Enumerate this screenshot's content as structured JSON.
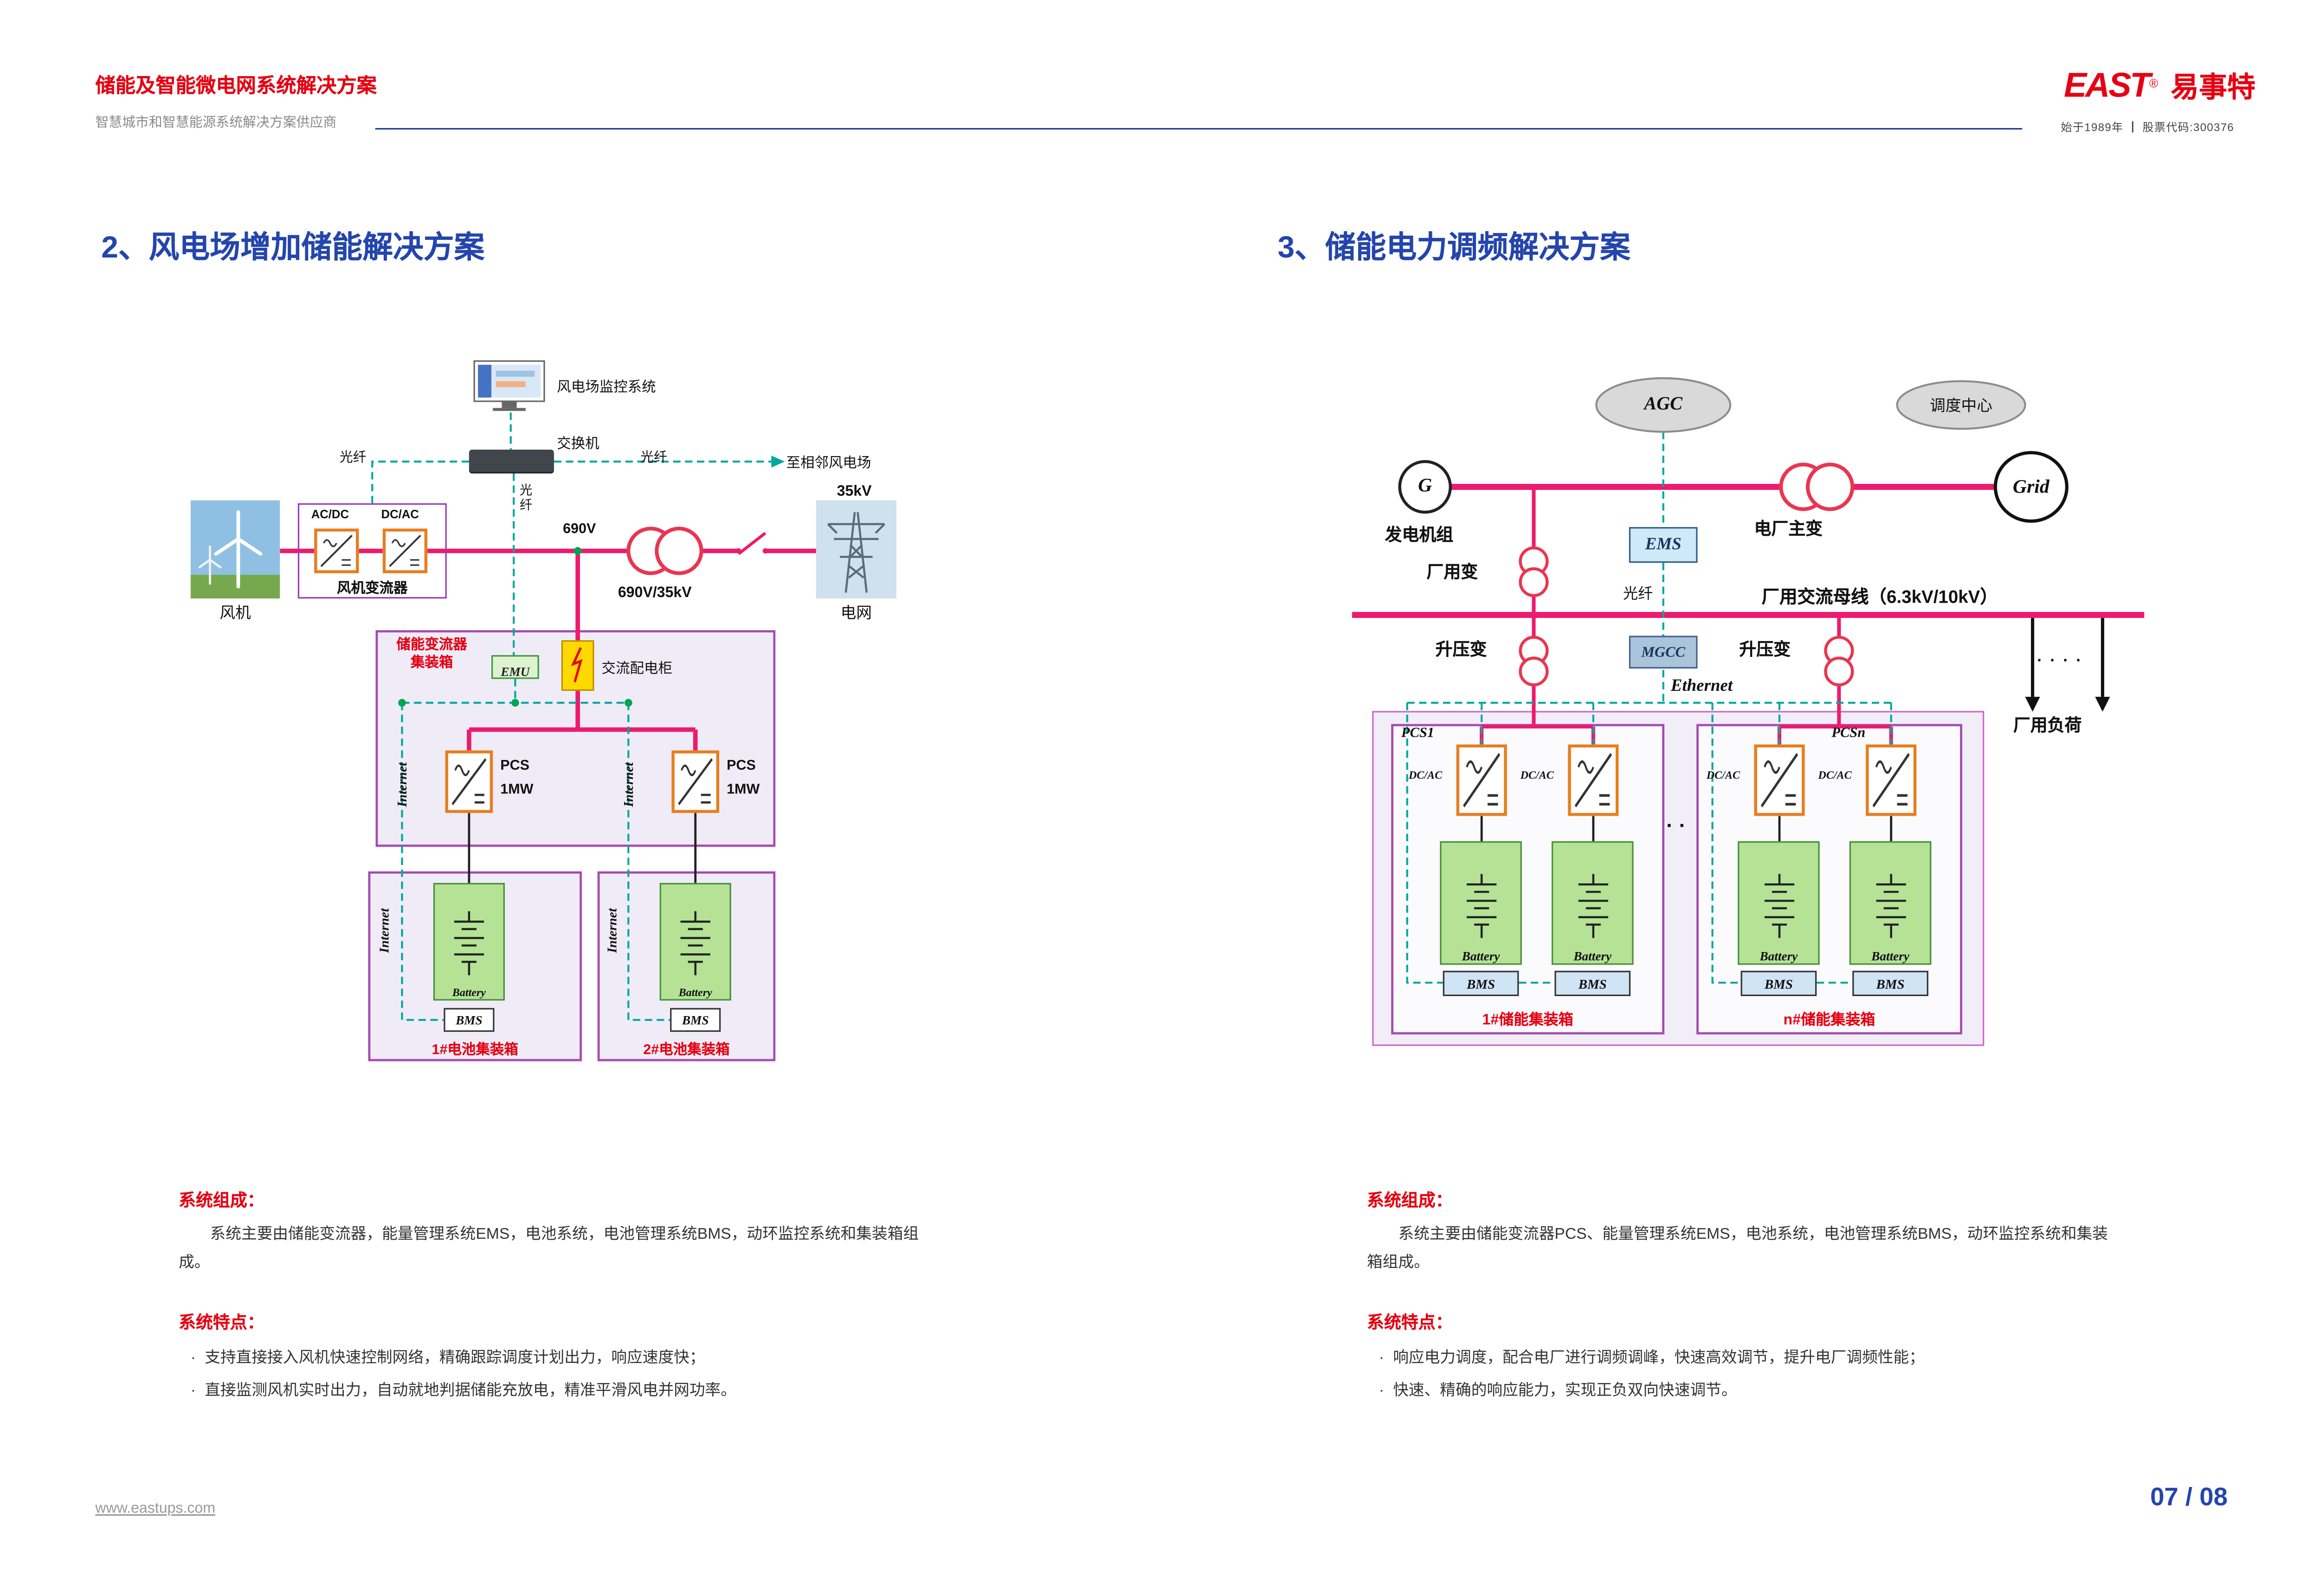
{
  "bullet": "·",
  "header": {
    "title": "储能及智能微电网系统解决方案",
    "subtitle": "智慧城市和智慧能源系统解决方案供应商",
    "logo": {
      "east": "EAST",
      "reg": "®",
      "cn": "易事特",
      "tagline": "始于1989年 ┃ 股票代码:300376"
    }
  },
  "left": {
    "heading": "2、风电场增加储能解决方案",
    "diagram": {
      "monitor_label": "风电场监控系统",
      "switch_label": "交换机",
      "fiber_left": "光纤",
      "fiber_right": "光纤",
      "fiber_down": "光纤",
      "adjacent_farm": "至相邻风电场",
      "turbine_label": "风机",
      "acdc_label": "AC/DC",
      "dcac_label": "DC/AC",
      "converter_box_label": "风机变流器",
      "v690": "690V",
      "v690_35kv": "690V/35kV",
      "kv35": "35kV",
      "grid_label": "电网",
      "storage_container_line1": "储能变流器",
      "storage_container_line2": "集装箱",
      "emu": "EMU",
      "ac_cabinet_label": "交流配电柜",
      "pcs_label": "PCS",
      "pcs_power": "1MW",
      "internet": "Internet",
      "battery": "Battery",
      "bms": "BMS",
      "battery_container1": "1#电池集装箱",
      "battery_container2": "2#电池集装箱"
    },
    "composition_title": "系统组成：",
    "composition_text": "系统主要由储能变流器，能量管理系统EMS，电池系统，电池管理系统BMS，动环监控系统和集装箱组成。",
    "features_title": "系统特点：",
    "features": [
      "支持直接接入风机快速控制网络，精确跟踪调度计划出力，响应速度快；",
      "直接监测风机实时出力，自动就地判据储能充放电，精准平滑风电并网功率。"
    ]
  },
  "right": {
    "heading": "3、储能电力调频解决方案",
    "diagram": {
      "agc": "AGC",
      "dispatch_center": "调度中心",
      "g": "G",
      "generator_label": "发电机组",
      "main_transformer_label": "电厂主变",
      "grid": "Grid",
      "ems": "EMS",
      "plant_transformer_label": "厂用变",
      "fiber": "光纤",
      "ac_bus_label": "厂用交流母线（6.3kV/10kV）",
      "boost_label": "升压变",
      "mgcc": "MGCC",
      "ethernet": "Ethernet",
      "load_dots": "· · · ·",
      "plant_load_label": "厂用负荷",
      "pcs1": "PCS1",
      "pcsn": "PCSn",
      "dcac": "DC/AC",
      "battery": "Battery",
      "bms": "BMS",
      "ellipsis": "· ·",
      "container1_label": "1#储能集装箱",
      "containern_label": "n#储能集装箱"
    },
    "composition_title": "系统组成：",
    "composition_text": "系统主要由储能变流器PCS、能量管理系统EMS，电池系统，电池管理系统BMS，动环监控系统和集装箱组成。",
    "features_title": "系统特点：",
    "features": [
      "响应电力调度，配合电厂进行调频调峰，快速高效调节，提升电厂调频性能；",
      "快速、精确的响应能力，实现正负双向快速调节。"
    ]
  },
  "footer": {
    "website": "www.eastups.com",
    "page": "07 / 08"
  }
}
